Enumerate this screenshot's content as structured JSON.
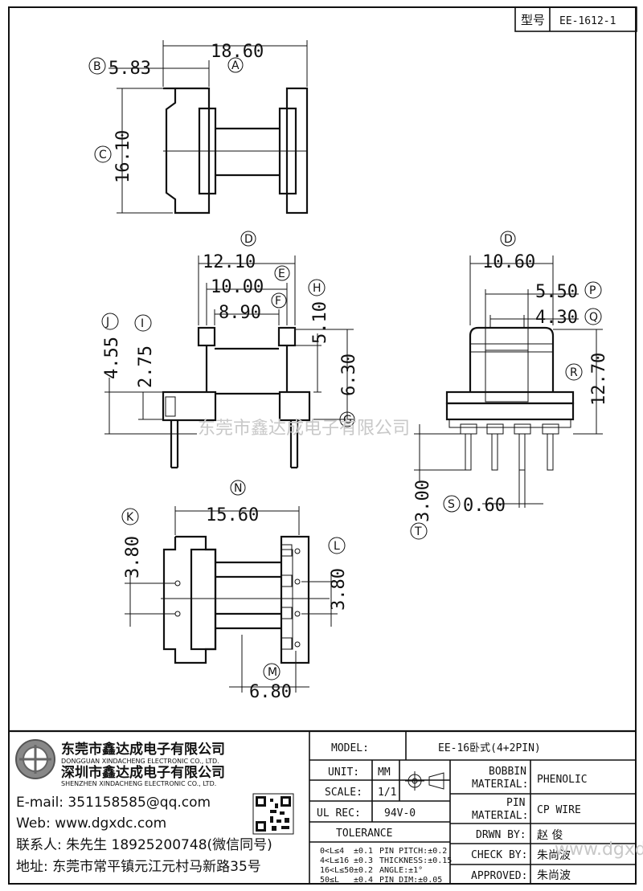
{
  "header": {
    "type_label": "型号",
    "model_code": "EE-1612-1"
  },
  "watermark": "东莞市鑫达成电子有限公司",
  "watermark_bottom": "www.dgxdc.com",
  "top_view": {
    "dims": [
      {
        "id": "A",
        "value": "18.60"
      },
      {
        "id": "B",
        "value": "5.83"
      },
      {
        "id": "C",
        "value": "16.10"
      }
    ]
  },
  "front_view": {
    "dims": [
      {
        "id": "D",
        "value": "12.10"
      },
      {
        "id": "E",
        "value": "10.00"
      },
      {
        "id": "F",
        "value": "8.90"
      },
      {
        "id": "H",
        "value": "5.10"
      },
      {
        "id": "G",
        "value": "6.30"
      },
      {
        "id": "J",
        "value": "4.55"
      },
      {
        "id": "I",
        "value": "2.75"
      }
    ]
  },
  "side_view": {
    "dims": [
      {
        "id": "D",
        "value": "10.60"
      },
      {
        "id": "P",
        "value": "5.50"
      },
      {
        "id": "Q",
        "value": "4.30"
      },
      {
        "id": "R",
        "value": "12.70"
      },
      {
        "id": "T",
        "value": "3.00"
      },
      {
        "id": "S",
        "value": "0.60"
      }
    ]
  },
  "bottom_view": {
    "dims": [
      {
        "id": "N",
        "value": "15.60"
      },
      {
        "id": "K",
        "value": "3.80"
      },
      {
        "id": "L",
        "value": "3.80"
      },
      {
        "id": "M",
        "value": "6.80"
      }
    ]
  },
  "company": {
    "name_dg": "东莞市鑫达成电子有限公司",
    "name_dg_en": "DONGGUAN XINDACHENG ELECTRONIC CO., LTD.",
    "name_sz": "深圳市鑫达成电子有限公司",
    "name_sz_en": "SHENZHEN XINDACHENG ELECTRONIC CO., LTD.",
    "email": "E-mail: 351158585@qq.com",
    "web": "Web: www.dgxdc.com",
    "contact": "联系人: 朱先生 18925200748(微信同号)",
    "address": "地址: 东莞市常平镇元江元村马新路35号"
  },
  "title_block": {
    "model_label": "MODEL:",
    "model_value": "EE-16卧式(4+2PIN)",
    "unit_label": "UNIT:",
    "unit_value": "MM",
    "scale_label": "SCALE:",
    "scale_value": "1/1",
    "ul_label": "UL REC:",
    "ul_value": "94V-0",
    "tolerance_label": "TOLERANCE",
    "tolerance_rows": [
      [
        "0<L≤4",
        "±0.1",
        "PIN PITCH:±0.2"
      ],
      [
        "4<L≤16",
        "±0.3",
        "THICKNESS:±0.15"
      ],
      [
        "16<L≤50",
        "±0.2",
        "ANGLE:±1°"
      ],
      [
        "50≤L",
        "±0.4",
        "PIN DIM:±0.05"
      ]
    ],
    "bobbin_label_1": "BOBBIN",
    "bobbin_label_2": "MATERIAL:",
    "bobbin_value": "PHENOLIC",
    "pin_label_1": "PIN",
    "pin_label_2": "MATERIAL:",
    "pin_value": "CP WIRE",
    "drwn_label": "DRWN BY:",
    "drwn_value": "赵 俊",
    "check_label": "CHECK BY:",
    "check_value": "朱尚波",
    "approved_label": "APPROVED:",
    "approved_value": "朱尚波"
  }
}
